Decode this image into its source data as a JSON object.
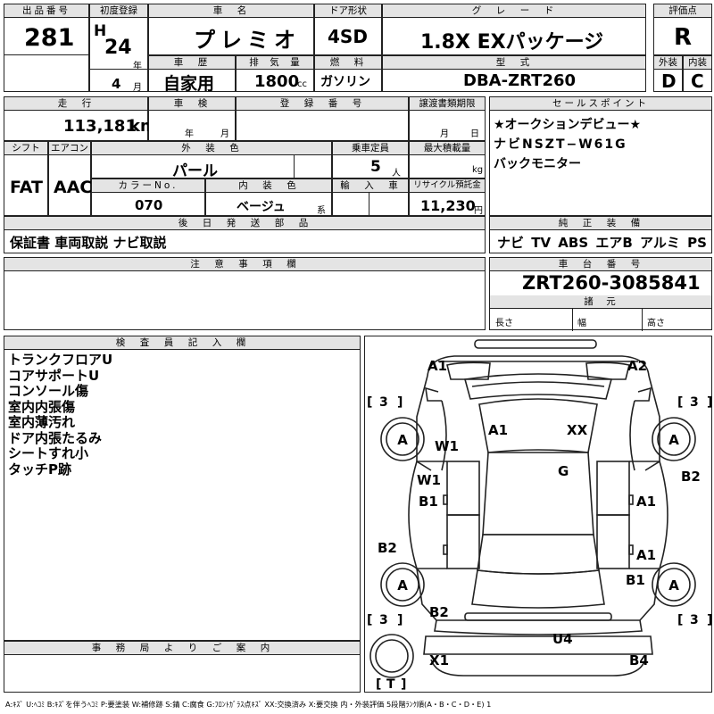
{
  "header": {
    "lot_no_label": "出品番号",
    "lot_no": "281",
    "first_reg_label": "初度登録",
    "era": "H",
    "year": "24",
    "year_unit": "年",
    "month": "4",
    "month_unit": "月",
    "name_label": "車　名",
    "car_name": "プレミオ",
    "door_label": "ドア形状",
    "door": "4SD",
    "grade_label": "グ　レ　ー　ド",
    "grade": "1.8X EXパッケージ",
    "score_label": "評価点",
    "score": "R",
    "history_label": "車　歴",
    "history": "自家用",
    "disp_label": "排　気　量",
    "disp": "1800",
    "disp_unit": "cc",
    "fuel_label": "燃　料",
    "fuel": "ガソリン",
    "model_label": "型　式",
    "model": "DBA-ZRT260",
    "ext_label": "外装",
    "ext": "D",
    "int_label": "内装",
    "int": "C"
  },
  "row2": {
    "mileage_label": "走　行",
    "mileage": "113,181",
    "mileage_unit": "km",
    "inspection_label": "車　検",
    "insp_year": "年",
    "insp_month": "月",
    "regno_label": "登　録　番　号",
    "transfer_label": "譲渡書類期限",
    "tr_month": "月",
    "tr_day": "日",
    "shift_label": "シフト",
    "shift": "FAT",
    "ac_label": "エアコン",
    "ac": "AAC",
    "color_label": "外　装　色",
    "color": "パール",
    "seats_label": "乗車定員",
    "seats": "5",
    "seats_unit": "人",
    "load_label": "最大積載量",
    "load_unit": "kg",
    "colorno_label": "カラーNo.",
    "colorno": "070",
    "intcolor_label": "内　装　色",
    "intcolor": "ベージュ",
    "intcolor_unit": "系",
    "import_label": "輸　入　車",
    "recycle_label": "リサイクル預託金",
    "recycle": "11,230",
    "recycle_unit": "円",
    "later_label": "後　日　発　送　部　品",
    "later": "保証書 車両取説 ナビ取説"
  },
  "sales_point": {
    "label": "セールスポイント",
    "lines": [
      "★オークションデビュー★",
      "ナビNSZT−W61G",
      "バックモニター"
    ]
  },
  "equipment": {
    "label": "純　正　装　備",
    "items": "ナビ TV ABS エアB アルミ PS PW"
  },
  "notes": {
    "label": "注　意　事　項　欄"
  },
  "chassis": {
    "label": "車　台　番　号",
    "value": "ZRT260-3085841",
    "spec_label": "諸　元",
    "len": "長さ",
    "wid": "幅",
    "hgt": "高さ"
  },
  "inspector": {
    "label": "検　査　員　記　入　欄",
    "lines": [
      "トランクフロアU",
      "コアサポートU",
      "コンソール傷",
      "室内内張傷",
      "室内薄汚れ",
      "ドア内張たるみ",
      "シートすれ小",
      "タッチP跡"
    ]
  },
  "office": {
    "label": "事　務　局　よ　り　ご　案　内"
  },
  "diagram": {
    "marks": [
      "A1",
      "A2",
      "W1",
      "A1",
      "XX",
      "W1",
      "G",
      "B1",
      "A1",
      "B2",
      "B2",
      "A1",
      "B1",
      "B2",
      "U4",
      "X1",
      "B4"
    ],
    "tires": [
      "3",
      "3",
      "3",
      "3"
    ],
    "tire_letters": [
      "A",
      "A",
      "A",
      "A"
    ],
    "spare": "T"
  },
  "legend": "A:ｷｽﾞ U:ﾍｺﾐ B:ｷｽﾞを伴うﾍｺﾐ P:要塗装 W:補修跡 S:錆 C:腐食 G:ﾌﾛﾝﾄｶﾞﾗｽ点ｷｽﾞ XX:交換済み X:要交換 内・外装評価 5段階ﾗﾝｸ順(A・B・C・D・E) 1"
}
